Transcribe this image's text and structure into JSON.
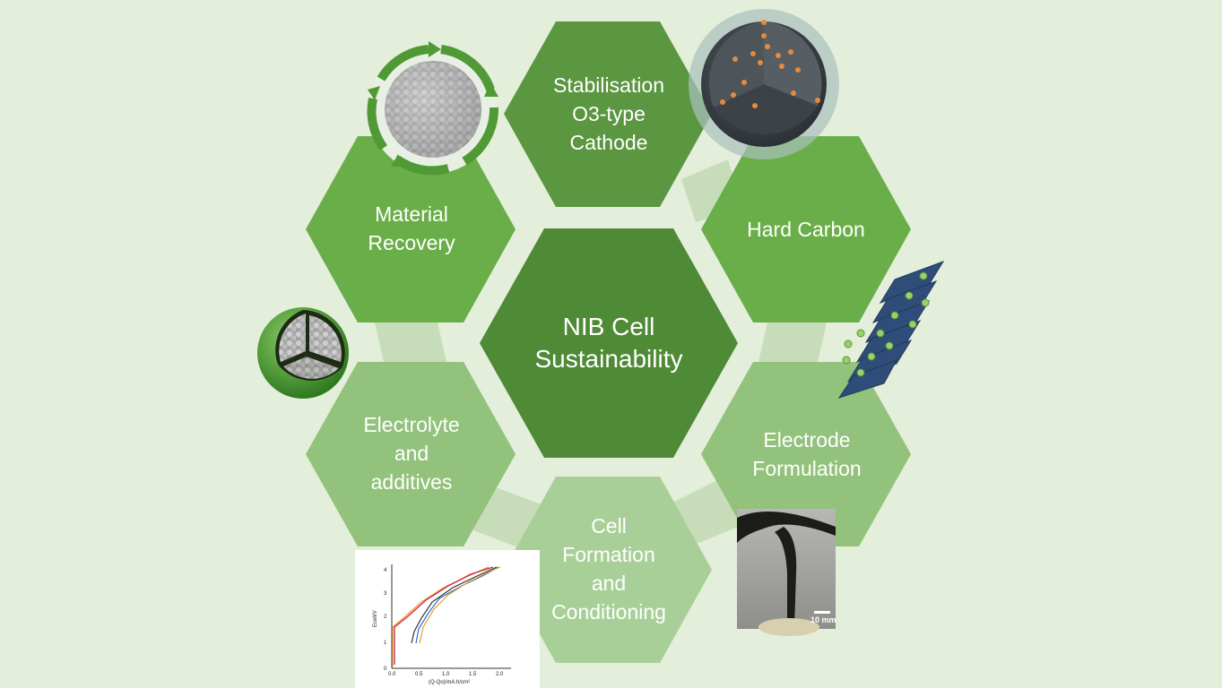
{
  "center": {
    "lines": [
      "NIB Cell",
      "Sustainability"
    ]
  },
  "hexagons": [
    {
      "id": "stabilisation",
      "lines": [
        "Stabilisation",
        "O3-type",
        "Cathode"
      ],
      "color": "#5b9640"
    },
    {
      "id": "hard-carbon",
      "lines": [
        "Hard Carbon"
      ],
      "color": "#6aae49"
    },
    {
      "id": "electrode-formulation",
      "lines": [
        "Electrode",
        "Formulation"
      ],
      "color": "#92c27b"
    },
    {
      "id": "cell-formation",
      "lines": [
        "Cell",
        "Formation",
        "and",
        "Conditioning"
      ],
      "color": "#a9cf98"
    },
    {
      "id": "electrolyte",
      "lines": [
        "Electrolyte",
        "and",
        "additives"
      ],
      "color": "#92c27b"
    },
    {
      "id": "material-recovery",
      "lines": [
        "Material",
        "Recovery"
      ],
      "color": "#6aae49"
    }
  ],
  "colors": {
    "background": "#e3eedb",
    "center": "#4f8a36",
    "link": "#c9dfbd"
  },
  "images": {
    "slurry_scale_label": "10 mm",
    "plot": {
      "ylabel": "Ecell/V",
      "xlabel": "(Q-Qo)/mA.h/cm²",
      "yticks": [
        "0",
        "1",
        "2",
        "3",
        "4"
      ],
      "xticks": [
        "0.0",
        "0.5",
        "1.0",
        "1.5",
        "2.0"
      ]
    }
  }
}
